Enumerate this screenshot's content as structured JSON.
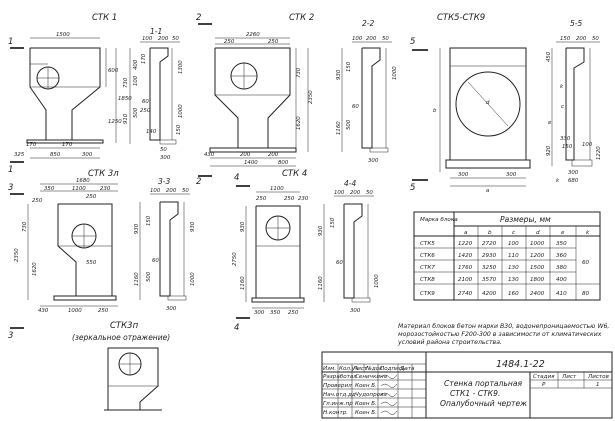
{
  "drawings": {
    "stk1_title": "СТК 1",
    "sec11_title": "1-1",
    "stk2_title": "СТК 2",
    "sec22_title": "2-2",
    "stk59_title": "СТК5-СТК9",
    "sec55_title": "5-5",
    "stk3l_title": "СТК 3л",
    "sec33_title": "3-3",
    "stk4_title": "СТК 4",
    "sec44_title": "4-4",
    "stk3p_title": "СТК3п",
    "stk3p_subtitle": "(зеркальное отражение)"
  },
  "section_marks": {
    "m1": "1",
    "m2": "2",
    "m3": "3",
    "m4": "4",
    "m5": "5"
  },
  "dims": {
    "stk1": {
      "w1500": "1500",
      "w170": "170",
      "w325": "325",
      "w850": "850",
      "w300": "300",
      "h600": "600",
      "h1850": "1850",
      "h1250": "1250"
    },
    "sec11": {
      "d100": "100",
      "d200": "200",
      "d50": "50",
      "d400": "400",
      "d170": "170",
      "d100b": "100",
      "d730": "730",
      "d910": "910",
      "d60": "60",
      "d250": "250",
      "d500": "500",
      "d140": "140",
      "d1300": "1300",
      "d1000": "1000",
      "d150": "150",
      "d50b": "50",
      "d300": "300"
    },
    "stk2": {
      "w2260": "2260",
      "w250a": "250",
      "w250b": "250",
      "w430": "430",
      "w200": "200",
      "w1400": "1400",
      "w800": "800",
      "h730": "730",
      "h1620": "1620",
      "h2350": "2350"
    },
    "sec22": {
      "d100": "100",
      "d200": "200",
      "d50": "50",
      "d930": "930",
      "d150": "150",
      "d1160": "1160",
      "d500": "500",
      "d1000": "1000",
      "d60": "60",
      "d300": "300"
    },
    "stk59": {
      "a": "a",
      "b": "b",
      "d": "d",
      "d300a": "300",
      "d300b": "300"
    },
    "sec55": {
      "d150a": "150",
      "d200": "200",
      "d50": "50",
      "d450": "450",
      "k": "k",
      "c": "c",
      "e": "e",
      "d330": "330",
      "d150b": "150",
      "d100": "100",
      "d920": "920",
      "d1220": "1220",
      "d300": "300",
      "d680": "680",
      "kb": "k"
    },
    "stk3l": {
      "w1680": "1680",
      "w350": "350",
      "w1100": "1100",
      "w230": "230",
      "w250a": "250",
      "w250b": "250",
      "w250c": "250",
      "h730": "730",
      "h1620": "1620",
      "h2350": "2350",
      "d550": "550",
      "d430": "430",
      "d1000": "1000",
      "d250": "250"
    },
    "sec33": {
      "d100": "100",
      "d200": "200",
      "d50": "50",
      "d930": "930",
      "d150": "150",
      "d1160": "1160",
      "d500": "500",
      "d1000": "1000",
      "d60": "60",
      "d300": "300",
      "d930b": "930"
    },
    "stk4": {
      "w1100": "1100",
      "w250a": "250",
      "w250b": "250",
      "w230": "230",
      "h930": "930",
      "h2750": "2750",
      "h1160": "1160",
      "w300": "300",
      "w350": "350",
      "w250c": "250"
    },
    "sec44": {
      "d100": "100",
      "d200": "200",
      "d50": "50",
      "d930": "930",
      "d150": "150",
      "d1160": "1160",
      "d300": "300",
      "d1000": "1000",
      "d60": "60"
    }
  },
  "table": {
    "col_mark": "Марка блока",
    "col_sizes": "Размеры, мм",
    "subcols": [
      "a",
      "b",
      "c",
      "d",
      "e",
      "k"
    ],
    "rows": [
      {
        "mark": "СТК5",
        "vals": [
          "1220",
          "2720",
          "100",
          "1000",
          "350"
        ]
      },
      {
        "mark": "СТК6",
        "vals": [
          "1420",
          "2930",
          "110",
          "1200",
          "360"
        ]
      },
      {
        "mark": "СТК7",
        "vals": [
          "1760",
          "3250",
          "130",
          "1500",
          "380"
        ]
      },
      {
        "mark": "СТК8",
        "vals": [
          "2100",
          "3570",
          "130",
          "1800",
          "400"
        ]
      },
      {
        "mark": "СТК9",
        "vals": [
          "2740",
          "4200",
          "160",
          "2400",
          "410"
        ]
      }
    ],
    "k_merged": "60",
    "k_last": "80"
  },
  "note": {
    "line1": "Материал блоков бетон марки В30, водонепроницаемостью W6,",
    "line2": "морозостойкостью F200-300 в зависимости от климатических",
    "line3": "условий района строительства."
  },
  "title_block": {
    "code": "1484.1-22",
    "head": [
      "Изм.",
      "Кол.уч",
      "Лист",
      "№док.",
      "Подпись",
      "Дата"
    ],
    "roles": [
      {
        "role": "Разработал",
        "name": "Сеничкина"
      },
      {
        "role": "Проверил",
        "name": "Коен Б."
      },
      {
        "role": "Нач.отд.дд",
        "name": "Чудопрова"
      },
      {
        "role": "Гл.инж.пр",
        "name": "Коен Б."
      },
      {
        "role": "Н.контр.",
        "name": "Коен Б."
      }
    ],
    "desc1": "Стенка портальная",
    "desc2": "СТК1 - СТК9.",
    "desc3": "Опалубочный чертеж",
    "stage_label": "Стадия",
    "sheet_label": "Лист",
    "sheets_label": "Листов",
    "stage": "Р",
    "sheet": "",
    "sheets": "1"
  }
}
